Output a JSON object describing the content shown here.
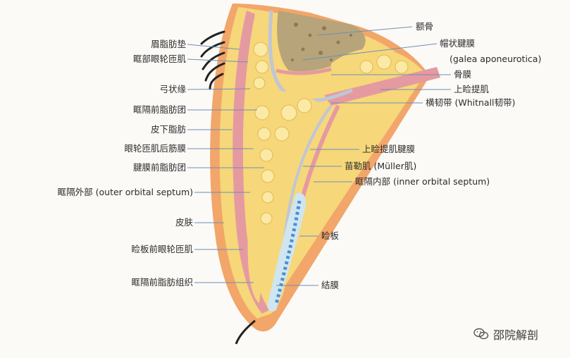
{
  "labels": {
    "eyebrow_fat_pad": "眉脂肪垫",
    "orbital_orbicularis": "眶部眼轮匝肌",
    "arcus_marginalis": "弓状缘",
    "preaponeurotic_fat": "眶隔前脂肪团",
    "subcutaneous_fat": "皮下脂肪",
    "retro_orbicularis_fascia": "眼轮匝肌后筋膜",
    "preaponeurotic_fat_pad": "腱膜前脂肪团",
    "outer_orbital_septum": "眶隔外部 (outer orbital septum)",
    "skin": "皮肤",
    "pretarsal_orbicularis": "睑板前眼轮匝肌",
    "preseptal_fat_tissue": "眶隔前脂肪组织",
    "frontal_bone": "额骨",
    "galea_cn": "帽状腱膜",
    "galea_en": "(galea aponeurotica)",
    "periosteum": "骨膜",
    "levator": "上睑提肌",
    "whitnall": "横韧带 (Whitnall韧带)",
    "levator_aponeurosis": "上睑提肌腱膜",
    "muller": "苗勒肌 (Müller肌)",
    "inner_orbital_septum": "眶隔内部 (inner orbital septum)",
    "tarsus": "睑板",
    "conjunctiva": "结膜"
  },
  "watermark": {
    "text": "邵院解剖",
    "icon": "wechat-icon"
  },
  "colors": {
    "skin": "#f2a66a",
    "muscle": "#e59aa0",
    "fat": "#f6d77a",
    "bone": "#b7a47a",
    "septum": "#bfc6d6",
    "tarsus": "#cfe6f0",
    "conjunctiva": "#4d8fd1",
    "leader": "#6f8fb5"
  }
}
